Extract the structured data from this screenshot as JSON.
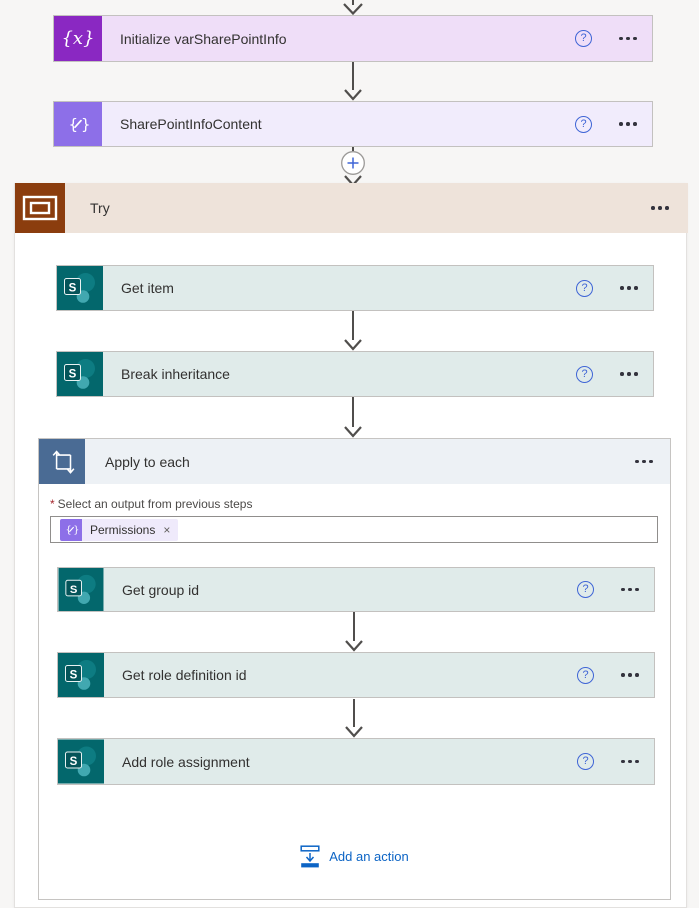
{
  "ui": {
    "help_glyph": "?",
    "variable_icon_glyph": "{x}",
    "token_remove_glyph": "×"
  },
  "actions": {
    "initialize": {
      "title": "Initialize varSharePointInfo"
    },
    "compose": {
      "title": "SharePointInfoContent"
    },
    "get_item": {
      "title": "Get item"
    },
    "break_inheritance": {
      "title": "Break inheritance"
    },
    "get_group_id": {
      "title": "Get group id"
    },
    "get_role_definition_id": {
      "title": "Get role definition id"
    },
    "add_role_assignment": {
      "title": "Add role assignment"
    }
  },
  "scopes": {
    "try": {
      "title": "Try"
    },
    "apply_to_each": {
      "title": "Apply to each"
    }
  },
  "apply_field": {
    "required_marker": "*",
    "label": "Select an output from previous steps",
    "token_label": "Permissions"
  },
  "footer": {
    "add_action_label": "Add an action"
  },
  "sharepoint_icon_letter": "S",
  "colors": {
    "variable_purple": "#8a28c2",
    "compose_purple": "#8d6fe8",
    "sharepoint_teal": "#03676c",
    "scope_brown": "#8b3d0e",
    "loop_blue": "#4a6b94",
    "action_card_teal": "#e0ebea",
    "try_header_tan": "#eee3da",
    "apply_header_blue": "#edf1f5",
    "link_blue": "#0c64c5",
    "help_blue": "#3f65d6",
    "required_red": "#a4262c",
    "arrow_gray": "#504e4c"
  }
}
